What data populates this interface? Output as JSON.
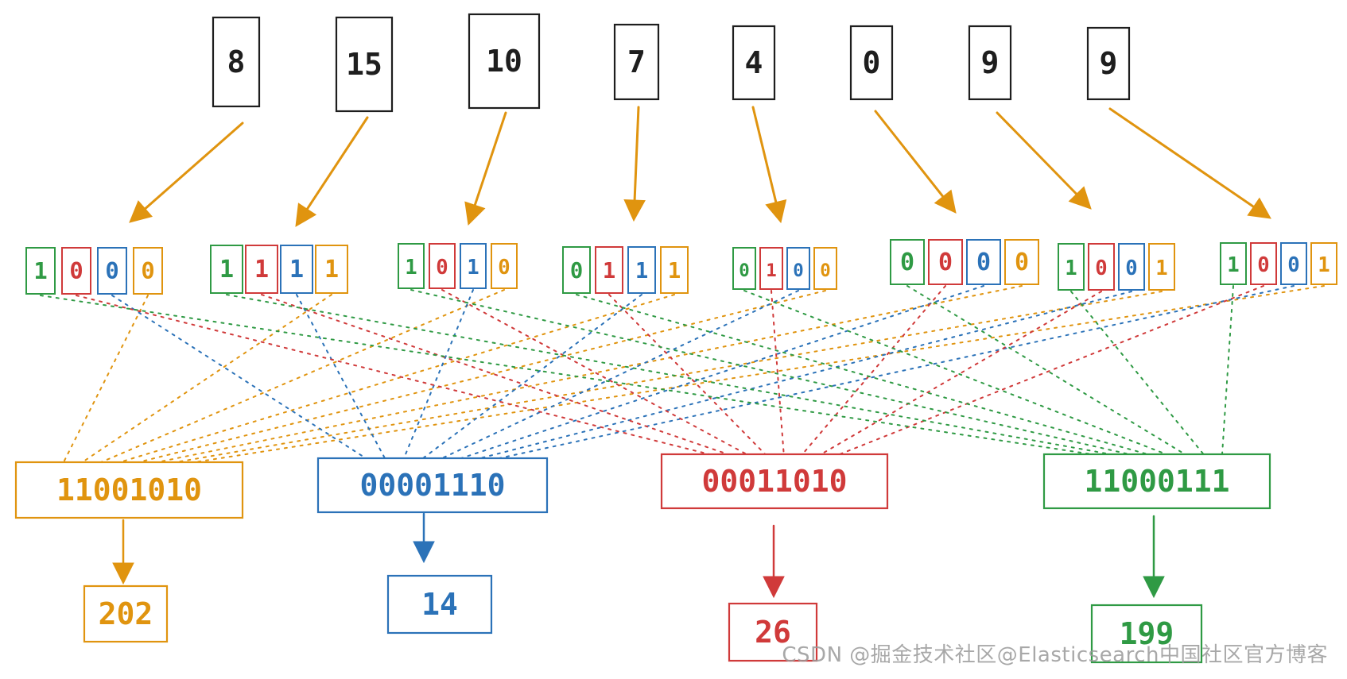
{
  "colors": {
    "green": "#2f9a44",
    "red": "#d03a3a",
    "blue": "#2b72b8",
    "orange": "#e0940f",
    "black": "#1e1e1e"
  },
  "inputs": [
    {
      "value": "8",
      "bits": [
        "1",
        "0",
        "0",
        "0"
      ]
    },
    {
      "value": "15",
      "bits": [
        "1",
        "1",
        "1",
        "1"
      ]
    },
    {
      "value": "10",
      "bits": [
        "1",
        "0",
        "1",
        "0"
      ]
    },
    {
      "value": "7",
      "bits": [
        "0",
        "1",
        "1",
        "1"
      ]
    },
    {
      "value": "4",
      "bits": [
        "0",
        "1",
        "0",
        "0"
      ]
    },
    {
      "value": "0",
      "bits": [
        "0",
        "0",
        "0",
        "0"
      ]
    },
    {
      "value": "9",
      "bits": [
        "1",
        "0",
        "0",
        "1"
      ]
    },
    {
      "value": "9",
      "bits": [
        "1",
        "0",
        "0",
        "1"
      ]
    }
  ],
  "bit_colors": [
    "green",
    "red",
    "blue",
    "orange"
  ],
  "outputs": [
    {
      "binary": "11001010",
      "decimal": "202",
      "color": "orange",
      "bit_index": 3
    },
    {
      "binary": "00001110",
      "decimal": "14",
      "color": "blue",
      "bit_index": 2
    },
    {
      "binary": "00011010",
      "decimal": "26",
      "color": "red",
      "bit_index": 1
    },
    {
      "binary": "11000111",
      "decimal": "199",
      "color": "green",
      "bit_index": 0
    }
  ],
  "watermark": "CSDN @掘金技术社区@Elasticsearch中国社区官方博客"
}
